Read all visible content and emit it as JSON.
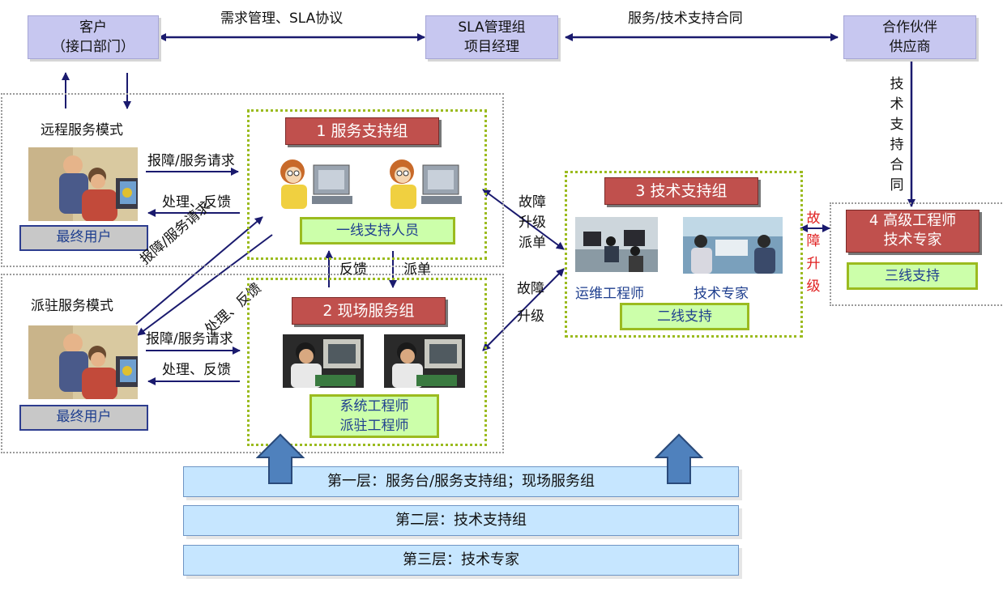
{
  "top": {
    "customer": {
      "line1": "客户",
      "line2": "（接口部门）"
    },
    "sla_group": {
      "line1": "SLA管理组",
      "line2": "项目经理"
    },
    "partner": {
      "line1": "合作伙伴",
      "line2": "供应商"
    },
    "link_customer_sla": "需求管理、SLA协议",
    "link_sla_partner": "服务/技术支持合同",
    "partner_support_vertical": "技术支持合同"
  },
  "remote": {
    "mode_label": "远程服务模式",
    "request": "报障/服务请求",
    "feedback": "处理、反馈",
    "end_user": "最终用户"
  },
  "onsite": {
    "mode_label": "派驻服务模式",
    "request": "报障/服务请求",
    "feedback": "处理、反馈",
    "end_user": "最终用户",
    "diag_request": "报障/服务请求",
    "diag_feedback": "处理、反馈"
  },
  "group1": {
    "title": "1 服务支持组",
    "staff": "一线支持人员"
  },
  "group1_group2_links": {
    "feedback": "反馈",
    "dispatch": "派单"
  },
  "group2": {
    "title": "2 现场服务组",
    "staff_line1": "系统工程师",
    "staff_line2": "派驻工程师"
  },
  "escalation_1_3": {
    "line1": "故障",
    "line2": "升级",
    "line3": "派单"
  },
  "escalation_2_3": {
    "line1": "故障",
    "line2": "升级"
  },
  "group3": {
    "title": "3 技术支持组",
    "role1": "运维工程师",
    "role2": "技术专家",
    "tier": "二线支持"
  },
  "escalation_3_4": "故障升级",
  "group4": {
    "title_line1": "4 高级工程师",
    "title_line2": "技术专家",
    "tier": "三线支持"
  },
  "tiers": [
    "第一层：服务台/服务支持组；现场服务组",
    "第二层：技术支持组",
    "第三层：技术专家"
  ],
  "colors": {
    "purple_box": "#c7c7f0",
    "red_title": "#c0504d",
    "green_label": "#ccffaa",
    "green_dotted": "#9bbb1f",
    "arrow_navy": "#1a1a6e",
    "escalation_red": "#e02020",
    "tier_blue": "#c6e6ff",
    "up_arrow_blue": "#4f81bd"
  }
}
